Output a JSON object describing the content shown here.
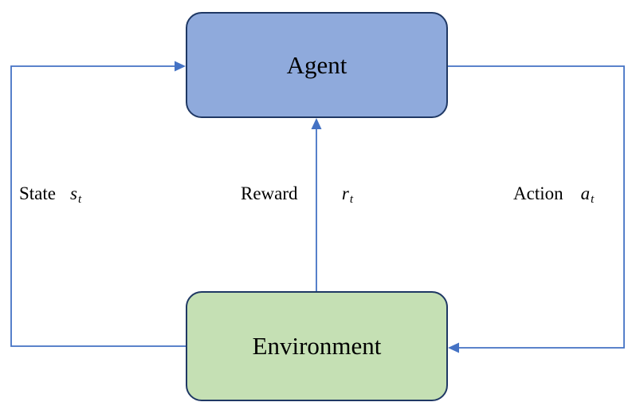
{
  "diagram": {
    "type": "flow-loop",
    "topic": "reinforcement learning interaction loop",
    "nodes": {
      "agent": {
        "label": "Agent"
      },
      "environment": {
        "label": "Environment"
      }
    },
    "edges": {
      "state": {
        "word": "State",
        "var": "s",
        "sub": "t",
        "from": "environment",
        "to": "agent",
        "path": "left side loop, arrow into Agent left edge"
      },
      "reward": {
        "word": "Reward",
        "var": "r",
        "sub": "t",
        "from": "environment",
        "to": "agent",
        "path": "vertical center, arrow into Agent bottom edge"
      },
      "action": {
        "word": "Action",
        "var": "a",
        "sub": "t",
        "from": "agent",
        "to": "environment",
        "path": "right side loop, arrow into Environment right edge"
      }
    }
  },
  "colors": {
    "agent-fill": "#8FAADC",
    "agent-border": "#1F3864",
    "env-fill": "#C5E0B4",
    "env-border": "#1F3864",
    "arrow": "#4472C4",
    "text": "#000000",
    "bg": "#FFFFFF"
  }
}
